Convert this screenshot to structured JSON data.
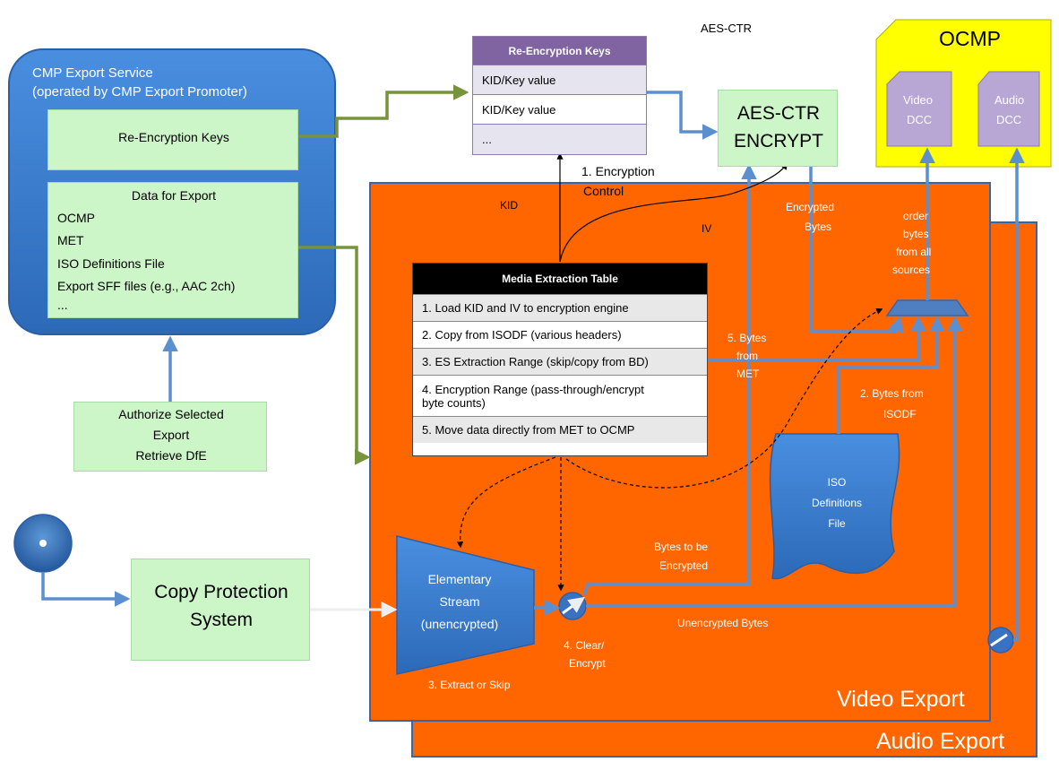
{
  "cmp_service": {
    "title_line1": "CMP Export Service",
    "title_line2": "(operated by CMP Export Promoter)",
    "reenc_keys_box": "Re-Encryption Keys",
    "data_for_export": {
      "heading": "Data for Export",
      "items": [
        "OCMP",
        "MET",
        "ISO Definitions File",
        "Export SFF files (e.g., AAC 2ch)",
        "..."
      ]
    }
  },
  "authorize_box": {
    "line1": "Authorize Selected",
    "line2": "Export",
    "line3": "Retrieve DfE"
  },
  "reenc_table": {
    "header": "Re-Encryption Keys",
    "rows": [
      "KID/Key value",
      "KID/Key value",
      "..."
    ]
  },
  "aes_top_label": "AES-CTR",
  "aes_box": {
    "line1": "AES-CTR",
    "line2": "ENCRYPT"
  },
  "ocmp": {
    "title": "OCMP",
    "video_dcc_1": "Video",
    "video_dcc_2": "DCC",
    "audio_dcc_1": "Audio",
    "audio_dcc_2": "DCC"
  },
  "labels": {
    "encryption_control_1": "1. Encryption",
    "encryption_control_2": "Control",
    "kid": "KID",
    "iv": "IV",
    "encrypted_bytes_1": "Encrypted",
    "encrypted_bytes_2": "Bytes",
    "order_1": "order",
    "order_2": "bytes",
    "order_3": "from all",
    "order_4": "sources",
    "bytes_met_1": "5. Bytes",
    "bytes_met_2": "from",
    "bytes_met_3": "MET",
    "bytes_isodf_1": "2. Bytes from",
    "bytes_isodf_2": "ISODF",
    "bytes_enc_1": "Bytes to be",
    "bytes_enc_2": "Encrypted",
    "unencrypted_bytes": "Unencrypted Bytes",
    "clear_encrypt_1": "4. Clear/",
    "clear_encrypt_2": "Encrypt",
    "extract_skip": "3. Extract or Skip",
    "video_export": "Video Export",
    "audio_export": "Audio Export"
  },
  "met_table": {
    "header": "Media Extraction Table",
    "rows": [
      "1. Load KID and IV to encryption engine",
      "2. Copy from ISODF (various headers)",
      "3. ES Extraction Range (skip/copy from BD)",
      "4. Encryption Range  (pass-through/encrypt",
      "byte counts)",
      "5. Move data directly from MET to OCMP"
    ]
  },
  "iso_def": {
    "line1": "ISO",
    "line2": "Definitions",
    "line3": "File"
  },
  "es_block": {
    "line1": "Elementary",
    "line2": "Stream",
    "line3": "(unencrypted)"
  },
  "cps_box": {
    "line1": "Copy Protection",
    "line2": "System"
  },
  "colors": {
    "service_blue": "#3f7fd0",
    "export_orange": "#ff6600",
    "ocmp_yellow": "#ffff00",
    "dcc_purple": "#b8a6d4",
    "green_box": "#ccf5c8",
    "arrow_blue": "#5b8fd0",
    "arrow_green": "#77933c",
    "table_header_purple": "#8064a2"
  }
}
